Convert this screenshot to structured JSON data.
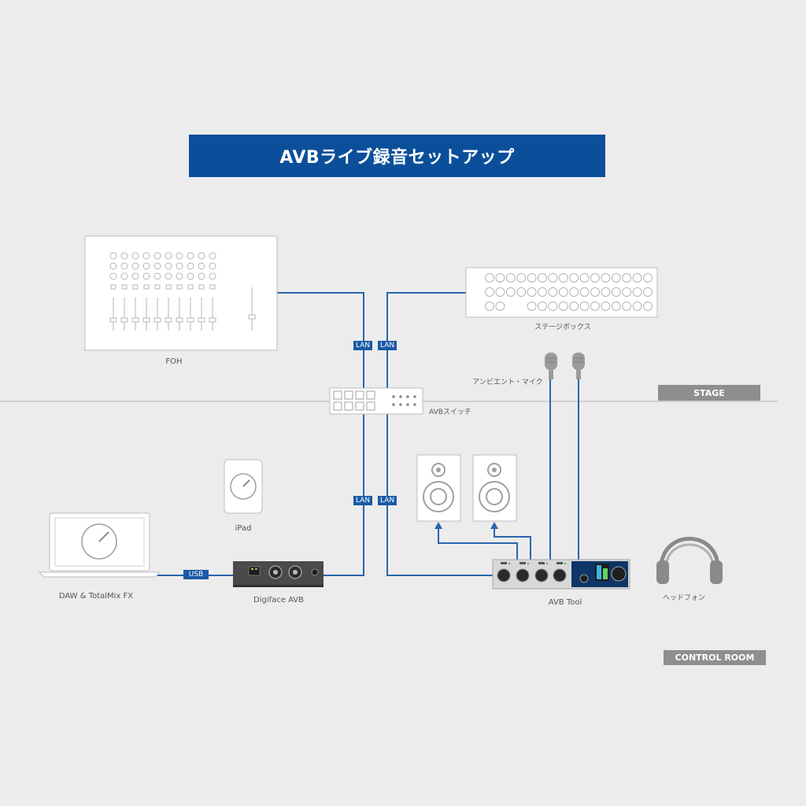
{
  "title": "AVBライブ録音セットアップ",
  "zones": {
    "stage": "STAGE",
    "control_room": "CONTROL ROOM"
  },
  "devices": {
    "foh": "FOH",
    "stagebox": "ステージボックス",
    "switch": "AVBスイッチ",
    "ambient_mic": "アンビエント・マイク",
    "ipad": "iPad",
    "laptop": "DAW & TotalMix FX",
    "digiface": "Digiface AVB",
    "avb_tool": "AVB Tool",
    "headphones": "ヘッドフォン"
  },
  "connections": {
    "lan": "LAN",
    "usb": "USB"
  },
  "colors": {
    "banner": "#0b4f9a",
    "cable": "#2a65ad",
    "zone_tag": "#8e8e8e",
    "background": "#ececec"
  }
}
